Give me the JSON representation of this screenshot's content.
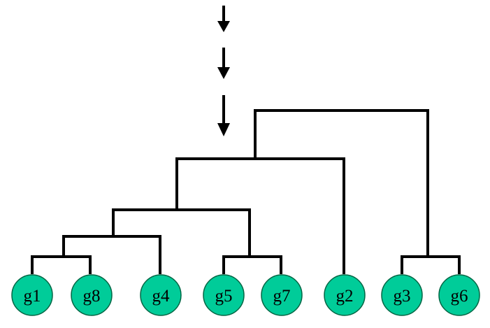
{
  "colors": {
    "node_fill": "#00cc99",
    "node_stroke": "#006644",
    "line": "#000000",
    "background": "#ffffff"
  },
  "dendrogram": {
    "leaves": [
      {
        "id": "g1",
        "label": "g1"
      },
      {
        "id": "g8",
        "label": "g8"
      },
      {
        "id": "g4",
        "label": "g4"
      },
      {
        "id": "g5",
        "label": "g5"
      },
      {
        "id": "g7",
        "label": "g7"
      },
      {
        "id": "g2",
        "label": "g2"
      },
      {
        "id": "g3",
        "label": "g3"
      },
      {
        "id": "g6",
        "label": "g6"
      }
    ],
    "merges": [
      {
        "id": "m1",
        "children": [
          "g1",
          "g8"
        ],
        "level": 1
      },
      {
        "id": "m2",
        "children": [
          "g5",
          "g7"
        ],
        "level": 1
      },
      {
        "id": "m3",
        "children": [
          "g3",
          "g6"
        ],
        "level": 1
      },
      {
        "id": "m4",
        "children": [
          "m1",
          "g4"
        ],
        "level": 2
      },
      {
        "id": "m5",
        "children": [
          "m4",
          "m2"
        ],
        "level": 3
      },
      {
        "id": "m6",
        "children": [
          "m5",
          "g2"
        ],
        "level": 4
      },
      {
        "id": "m7",
        "children": [
          "m6",
          "m3"
        ],
        "level": 5
      }
    ],
    "arrows": [
      {
        "id": "arrow-1",
        "direction": "down"
      },
      {
        "id": "arrow-2",
        "direction": "down"
      },
      {
        "id": "arrow-3",
        "direction": "down"
      }
    ]
  }
}
